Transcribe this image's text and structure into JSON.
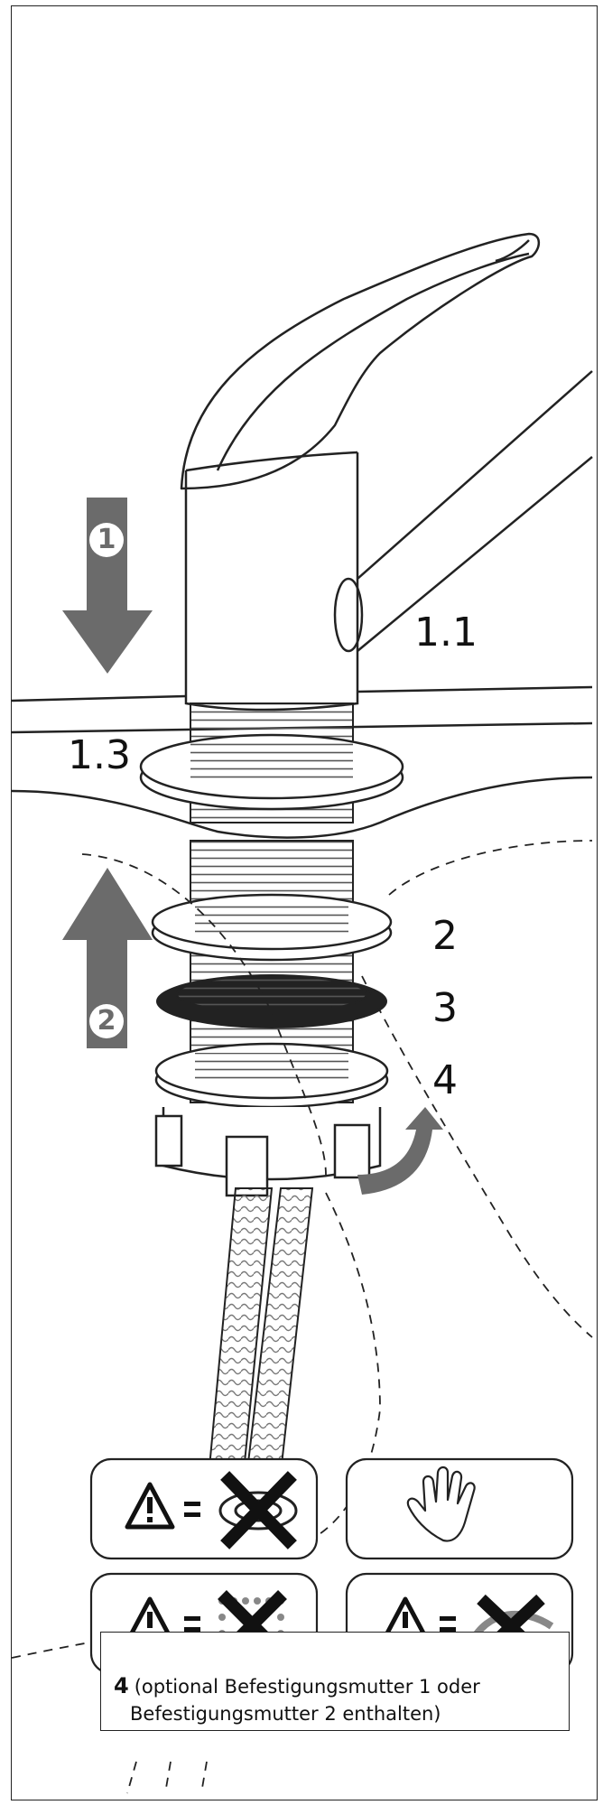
{
  "labels": {
    "part_1_1": "1.1",
    "part_1_3": "1.3",
    "part_2": "2",
    "part_3": "3",
    "part_4": "4"
  },
  "steps": {
    "step_1": "1",
    "step_2": "2"
  },
  "warnings": [
    {
      "icon": "warning-triangle-icon",
      "equals": "=",
      "symbol": "no-rotate-nut-icon"
    },
    {
      "icon": "hand-icon"
    },
    {
      "icon": "warning-triangle-icon",
      "equals": "=",
      "symbol": "no-water-spray-icon"
    },
    {
      "icon": "warning-triangle-icon",
      "equals": "=",
      "symbol": "no-kink-hose-icon"
    }
  ],
  "note": {
    "number": "4",
    "line1": "(optional Befestigungsmutter 1 oder",
    "line2": "Befestigungsmutter 2 enthalten)"
  },
  "colors": {
    "arrow_gray": "#6b6b6b",
    "ink": "#111111",
    "gasket": "#222222"
  }
}
